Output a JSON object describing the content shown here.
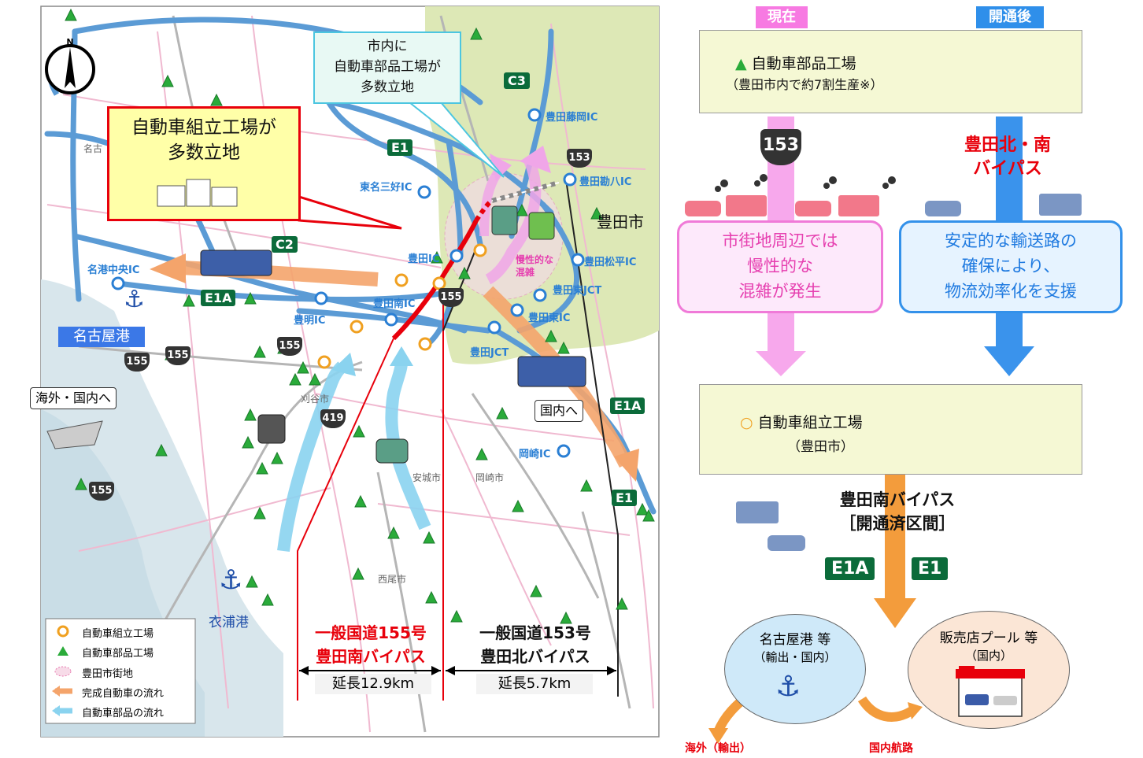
{
  "map": {
    "callout_parts": "市内に\n自動車部品工場が\n多数立地",
    "callout_assembly": "自動車組立工場が\n多数立地",
    "toyota_city": "豊田市",
    "congestion": "慢性的な\n混雑",
    "nagoya_port": "名古屋港",
    "to_overseas": "海外・国内へ",
    "to_domestic": "国内へ",
    "kinuura_port": "衣浦港",
    "route_labels": [
      "C3",
      "C2",
      "E1",
      "E1A",
      "E1A",
      "E1"
    ],
    "national_routes": [
      "153",
      "155",
      "155",
      "155",
      "155",
      "419",
      "155"
    ],
    "ic_labels": [
      "豊田藤岡IC",
      "豊田勘八IC",
      "東名三好IC",
      "豊田IC",
      "豊田松平IC",
      "豊田東JCT",
      "豊田南IC",
      "豊田東IC",
      "豊明IC",
      "豊田JCT",
      "名港中央IC",
      "岡崎IC"
    ],
    "city_labels": [
      "名古",
      "安城市",
      "岡崎市",
      "西尾市",
      "刈谷市"
    ],
    "bypass_155": {
      "name": "一般国道155号\n豊田南バイパス",
      "length": "延長12.9km"
    },
    "bypass_153": {
      "name": "一般国道153号\n豊田北バイパス",
      "length": "延長5.7km"
    },
    "legend": [
      "自動車組立工場",
      "自動車部品工場",
      "豊田市街地",
      "完成自動車の流れ",
      "自動車部品の流れ"
    ]
  },
  "flow": {
    "tab_current": "現在",
    "tab_after": "開通後",
    "parts_factory_title": "自動車部品工場",
    "parts_factory_note": "（豊田市内で約7割生産※）",
    "route_153": "153",
    "bypass_north_south": "豊田北・南\nバイパス",
    "current_issue": "市街地周辺では\n慢性的な\n混雑が発生",
    "after_benefit": "安定的な輸送路の\n確保により、\n物流効率化を支援",
    "assembly_title": "自動車組立工場",
    "assembly_sub": "（豊田市）",
    "south_bypass": "豊田南バイパス\n［開通済区間］",
    "route_e1a": "E1A",
    "route_e1": "E1",
    "port_title": "名古屋港 等",
    "port_sub": "（輸出・国内）",
    "dealer_title": "販売店プール 等",
    "dealer_sub": "（国内）",
    "export_label": "海外（輸出）",
    "domestic_label": "国内航路"
  },
  "colors": {
    "toyota_area": "#dde8b6",
    "expressway": "#5b9bd5",
    "red_bypass": "#e8000b",
    "pink": "#f07ad8",
    "blue_box": "#3391ea",
    "orange": "#f39c3c",
    "green_tri": "#2aab3a"
  }
}
